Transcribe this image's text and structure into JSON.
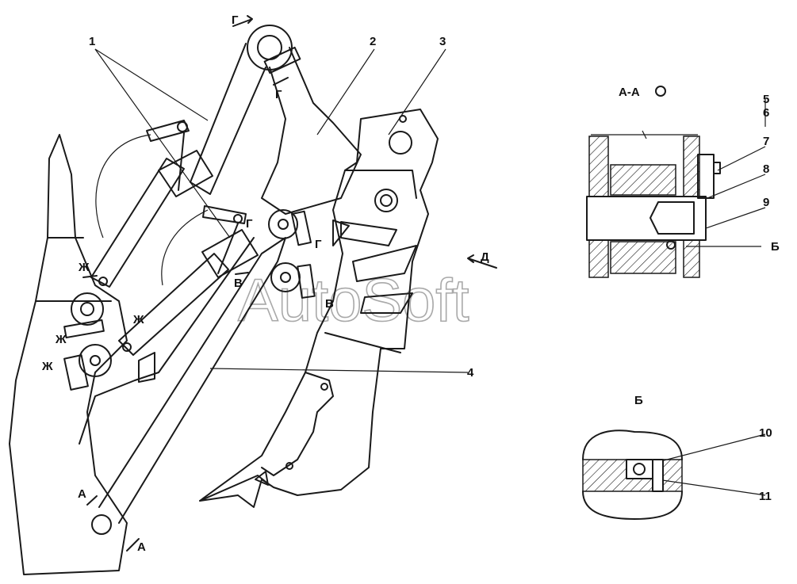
{
  "watermark": "AutoSoft",
  "callouts": {
    "c1": "1",
    "c2": "2",
    "c3": "3",
    "c4": "4",
    "c5": "5",
    "c6": "6",
    "c7": "7",
    "c8": "8",
    "c9": "9",
    "c10": "10",
    "c11": "11"
  },
  "section_marks": {
    "g_top": "Г",
    "g_mid": "Г",
    "g_right": "Г",
    "v_left": "В",
    "v_right": "В",
    "zh_1": "Ж",
    "zh_2": "Ж",
    "zh_3": "Ж",
    "zh_4": "Ж",
    "d": "Д",
    "a_top": "А",
    "a_bottom": "А",
    "b_ref": "Б"
  },
  "views": {
    "section_aa_title": "А-А",
    "detail_b_title": "Б"
  }
}
